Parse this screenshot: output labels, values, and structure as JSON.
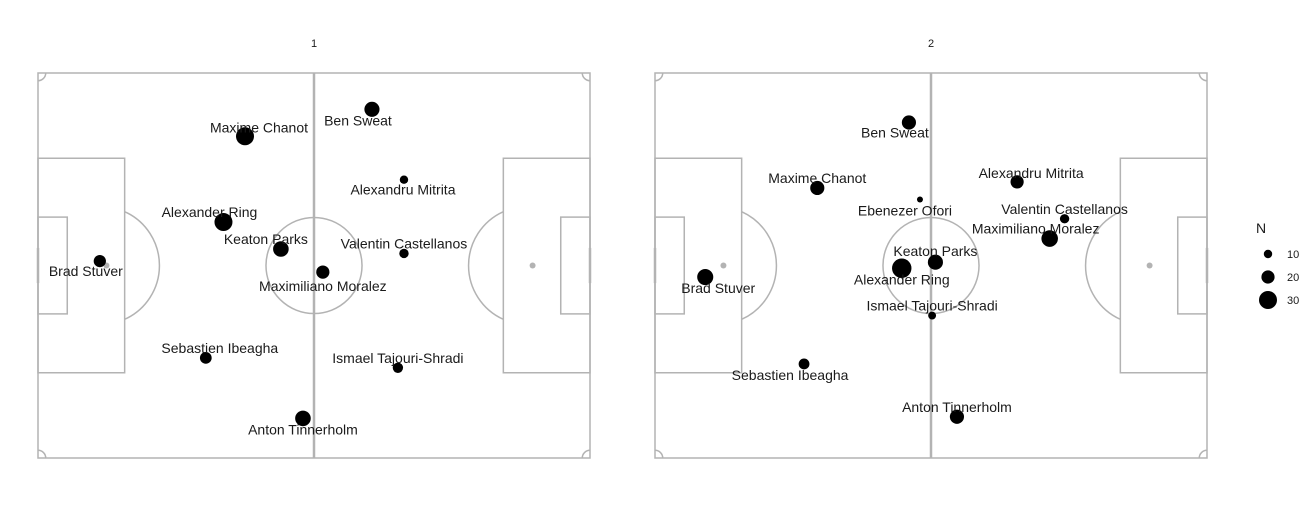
{
  "chart_data": {
    "type": "scatter",
    "x_range": [
      0,
      100
    ],
    "y_range": [
      0,
      70
    ],
    "size_legend": {
      "title": "N",
      "values": [
        10,
        20,
        30
      ],
      "labels": [
        "10",
        "20",
        "30"
      ]
    },
    "panels": [
      {
        "title": "1",
        "players": [
          {
            "name": "Brad Stuver",
            "x": 11.2,
            "y": 35.8,
            "n": 18
          },
          {
            "name": "Maxime Chanot",
            "x": 37.5,
            "y": 58.5,
            "n": 30
          },
          {
            "name": "Ben Sweat",
            "x": 60.5,
            "y": 63.4,
            "n": 24
          },
          {
            "name": "Alexandru Mitrita",
            "x": 66.3,
            "y": 50.6,
            "n": 10
          },
          {
            "name": "Alexander Ring",
            "x": 33.6,
            "y": 42.9,
            "n": 30
          },
          {
            "name": "Keaton Parks",
            "x": 44.0,
            "y": 38.0,
            "n": 25
          },
          {
            "name": "Valentin Castellanos",
            "x": 66.3,
            "y": 37.2,
            "n": 12
          },
          {
            "name": "Maximiliano Moralez",
            "x": 51.6,
            "y": 33.8,
            "n": 20
          },
          {
            "name": "Sebastien Ibeagha",
            "x": 30.4,
            "y": 18.2,
            "n": 17
          },
          {
            "name": "Ismael Tajouri-Shradi",
            "x": 65.2,
            "y": 16.4,
            "n": 14
          },
          {
            "name": "Anton Tinnerholm",
            "x": 48.0,
            "y": 7.2,
            "n": 25
          }
        ]
      },
      {
        "title": "2",
        "players": [
          {
            "name": "Brad Stuver",
            "x": 9.1,
            "y": 32.9,
            "n": 26
          },
          {
            "name": "Ben Sweat",
            "x": 46.0,
            "y": 61.0,
            "n": 22
          },
          {
            "name": "Maxime Chanot",
            "x": 29.4,
            "y": 49.1,
            "n": 22
          },
          {
            "name": "Ebenezer Ofori",
            "x": 48.0,
            "y": 47.0,
            "n": 5
          },
          {
            "name": "Alexandru Mitrita",
            "x": 65.6,
            "y": 50.2,
            "n": 20
          },
          {
            "name": "Valentin Castellanos",
            "x": 74.2,
            "y": 43.5,
            "n": 12
          },
          {
            "name": "Maximiliano Moralez",
            "x": 71.5,
            "y": 39.9,
            "n": 27
          },
          {
            "name": "Keaton Parks",
            "x": 50.8,
            "y": 35.6,
            "n": 24
          },
          {
            "name": "Alexander Ring",
            "x": 44.7,
            "y": 34.5,
            "n": 33
          },
          {
            "name": "Ismael Tajouri-Shradi",
            "x": 50.2,
            "y": 25.9,
            "n": 9
          },
          {
            "name": "Sebastien Ibeagha",
            "x": 27.0,
            "y": 17.1,
            "n": 15
          },
          {
            "name": "Anton Tinnerholm",
            "x": 54.7,
            "y": 7.5,
            "n": 22
          }
        ]
      }
    ]
  }
}
